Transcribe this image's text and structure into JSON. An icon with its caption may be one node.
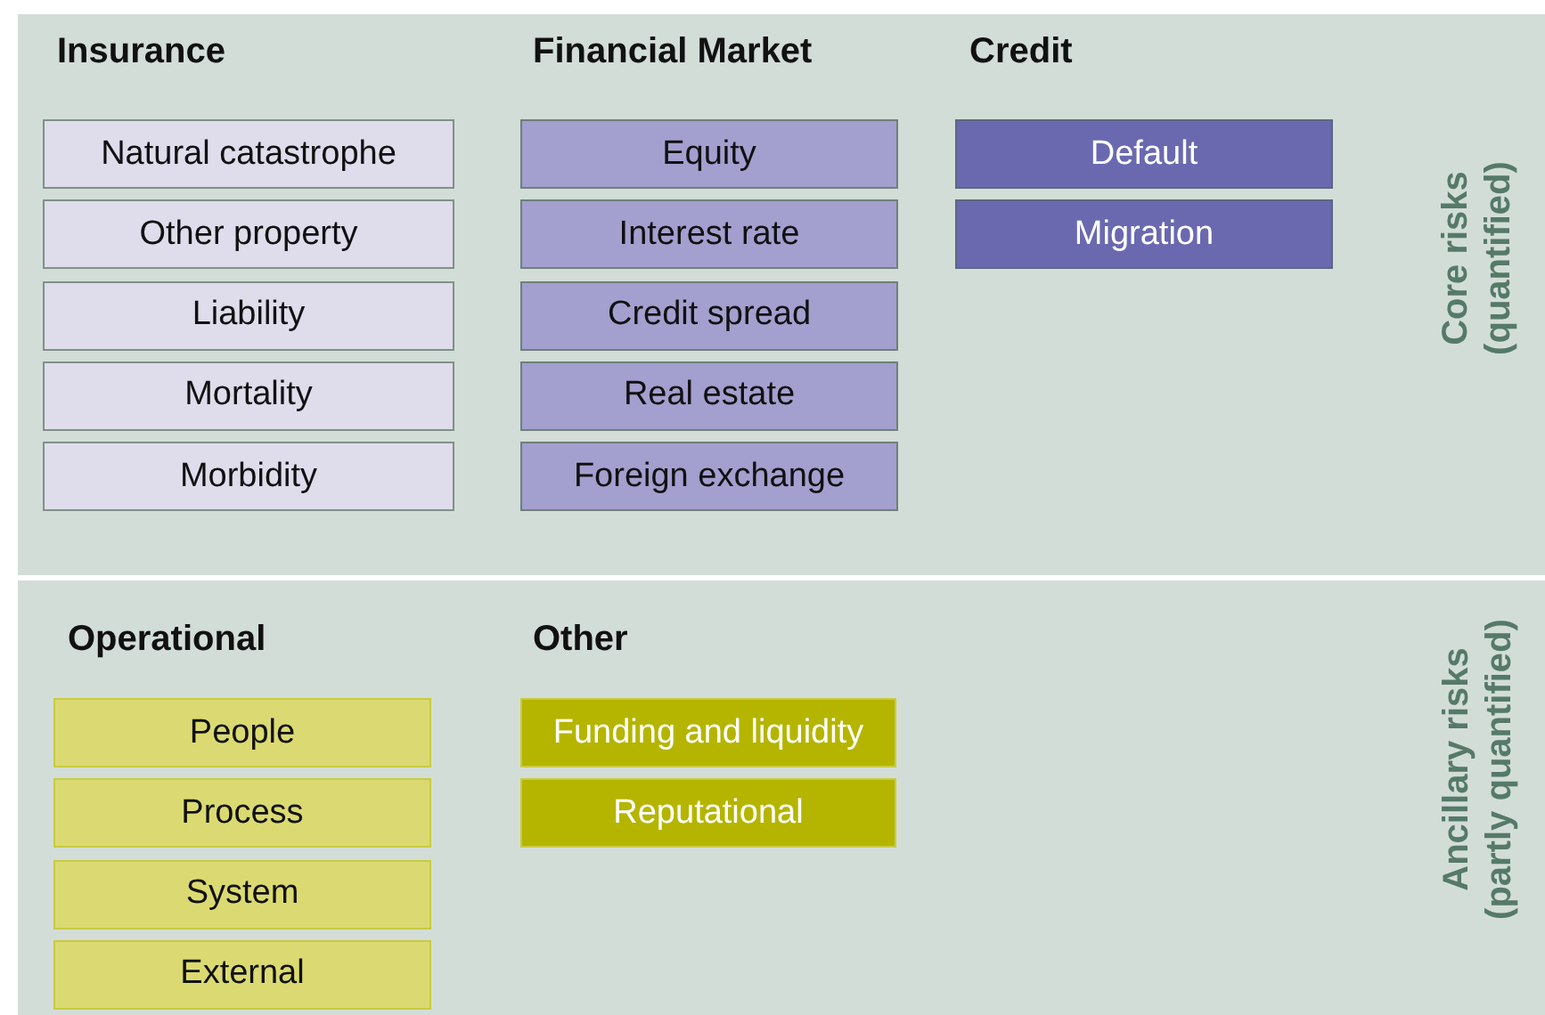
{
  "diagram": {
    "nodes": [
      {
        "text": [
          "Core risks (quantified)"
        ]
      },
      {
        "text": [
          "Natural catastrophe"
        ],
        "in": 0
      },
      {
        "text": [
          "Other property"
        ],
        "in": 0
      },
      {
        "text": [
          "Liability"
        ],
        "in": 0
      },
      {
        "text": [
          "Mortality"
        ],
        "in": 0
      },
      {
        "text": [
          "Morbidity"
        ],
        "in": 0
      },
      {
        "text": [
          "Equity"
        ],
        "in": 0
      },
      {
        "text": [
          "Interest rate"
        ],
        "in": 0
      },
      {
        "text": [
          "Credit spread"
        ],
        "in": 0
      },
      {
        "text": [
          "Real estate"
        ],
        "in": 0
      },
      {
        "text": [
          "Foreign exchange"
        ],
        "in": 0
      },
      {
        "text": [
          "Default"
        ],
        "in": 0
      },
      {
        "text": [
          "Migration"
        ],
        "in": 0
      },
      {
        "text": [
          "Ancillary risks (partly quantified)"
        ]
      },
      {
        "text": [
          "People"
        ],
        "in": 13
      },
      {
        "text": [
          "Process"
        ],
        "in": 13
      },
      {
        "text": [
          "System"
        ],
        "in": 13
      },
      {
        "text": [
          "External"
        ],
        "in": 13
      },
      {
        "text": [
          "Funding and liquidity"
        ],
        "in": 13
      },
      {
        "text": [
          "Reputational"
        ],
        "in": 13
      }
    ],
    "labels": [
      "Insurance",
      "Financial Market",
      "Credit",
      "Operational",
      "Other"
    ]
  }
}
